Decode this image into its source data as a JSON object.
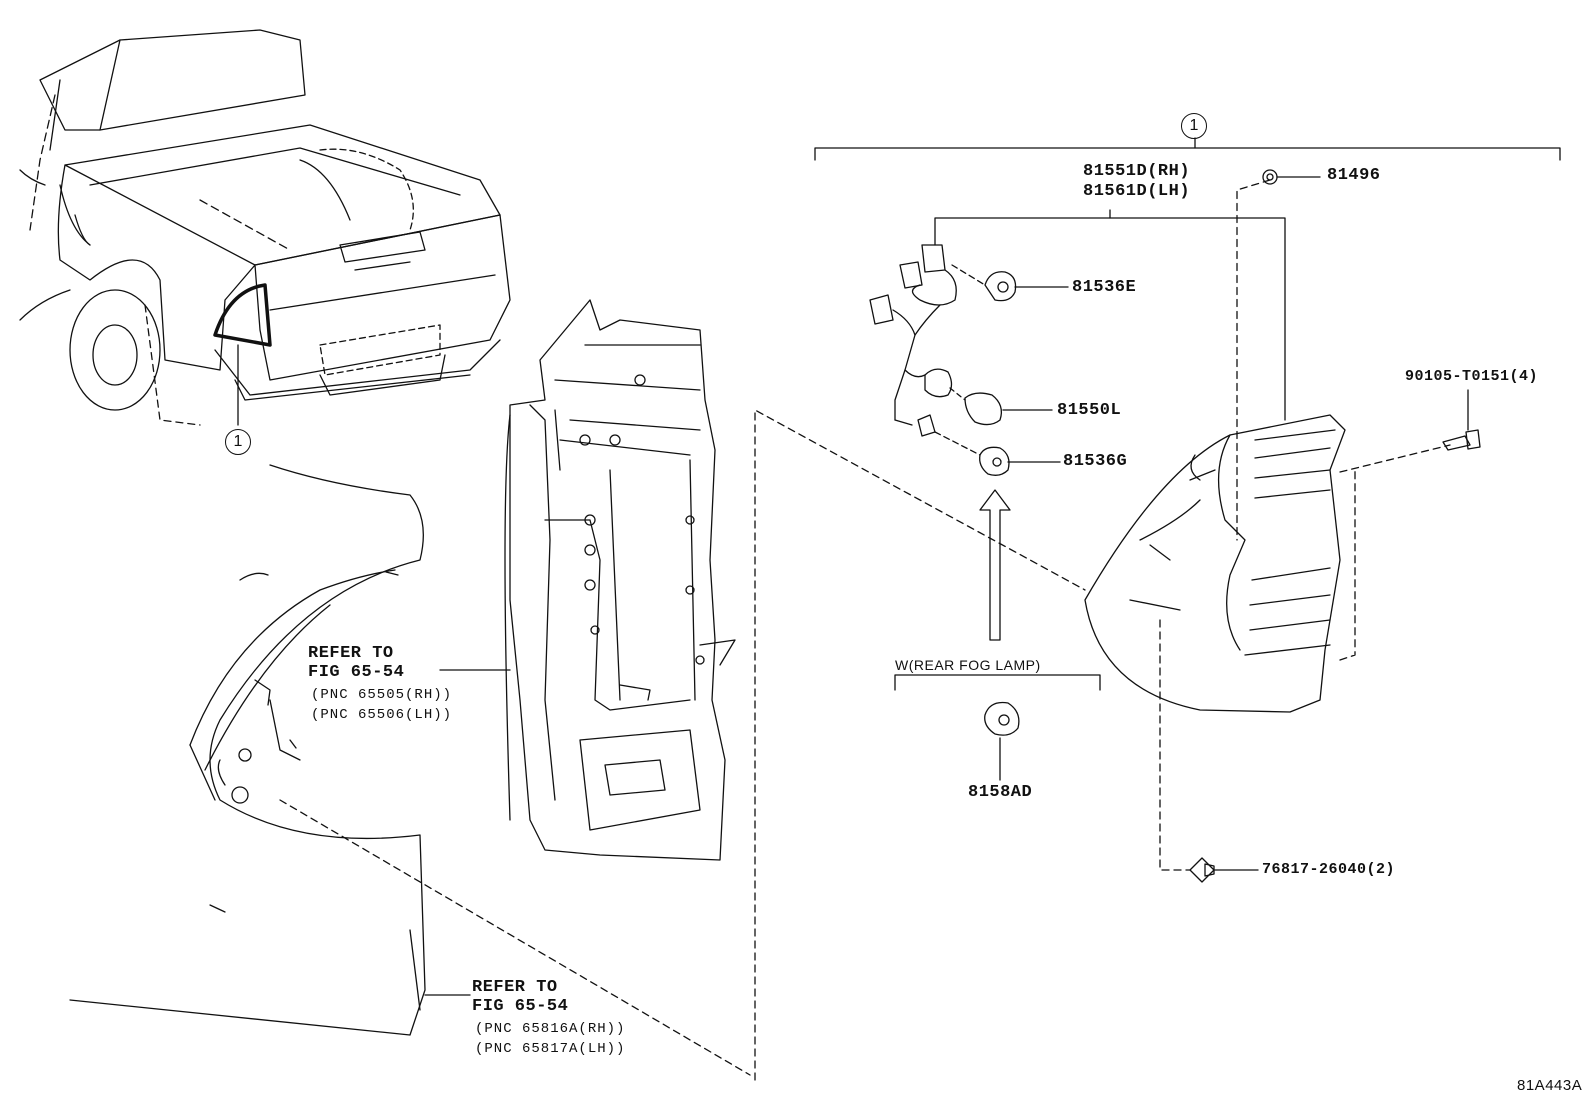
{
  "diagram": {
    "callout_1_top": "1",
    "callout_1_truck": "1",
    "parts": {
      "p81551D": "81551D(RH)",
      "p81561D": "81561D(LH)",
      "p81496": "81496",
      "p81536E": "81536E",
      "p81550L": "81550L",
      "p81536G": "81536G",
      "p90105": "90105-T0151(4)",
      "p8158AD": "8158AD",
      "p76817": "76817-26040(2)"
    },
    "rear_fog_caption": "W(REAR FOG LAMP)",
    "refer1": {
      "line1": "REFER TO",
      "line2": "FIG 65-54",
      "line3": "(PNC 65505(RH))",
      "line4": "(PNC 65506(LH))"
    },
    "refer2": {
      "line1": "REFER TO",
      "line2": "FIG 65-54",
      "line3": "(PNC 65816A(RH))",
      "line4": "(PNC 65817A(LH))"
    },
    "figure_code": "81A443A"
  }
}
